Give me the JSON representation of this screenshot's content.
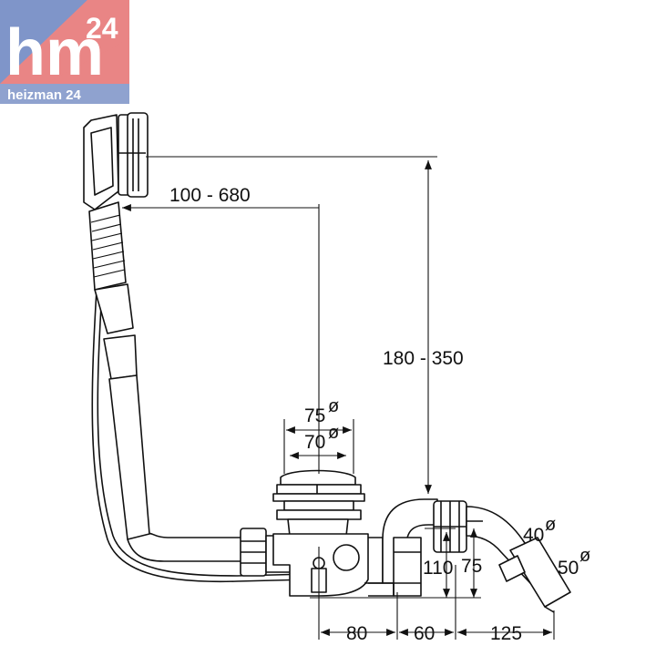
{
  "logo": {
    "mark": "hm",
    "number": "24",
    "wordmark": "heizman 24",
    "colors": {
      "blue": "#7f95c9",
      "red": "#e98585"
    }
  },
  "dimensions": {
    "horizontal_range": "100 - 680",
    "height_range": "180 - 350",
    "outer_diameter": "75",
    "inner_diameter": "70",
    "diameter_symbol": "ø",
    "bend_diameter": "40",
    "outlet_diameter": "50",
    "trap_height": "110",
    "outlet_height": "75",
    "offset_1": "80",
    "offset_2": "60",
    "offset_3": "125"
  }
}
